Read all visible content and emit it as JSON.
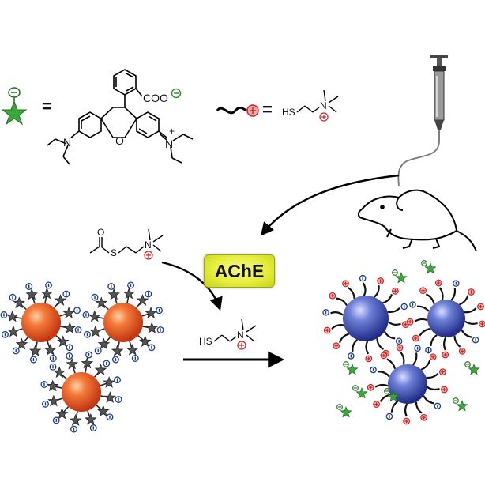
{
  "labels": {
    "equals_1": "=",
    "equals_2": "=",
    "coo": "COO",
    "n_left": "N",
    "o_ring": "O",
    "n_right": "N",
    "n_plus": "+",
    "hs_legend": "HS",
    "n_legend": "N",
    "thio_s": "S",
    "thio_o": "O",
    "thio_n": "N",
    "enzyme": "AChE",
    "prod_hs": "HS",
    "prod_n": "N"
  },
  "colors": {
    "dye_star": "#33aa33",
    "negative_charge": "#1a3a8a",
    "positive_charge": "#cc2222",
    "gold_np_orange": "#e8552a",
    "gold_np_blue": "#3a4fb0",
    "ache_box": "#e6ee3c"
  },
  "icons": [
    "syringe-icon",
    "mouse-icon",
    "star-dye-icon",
    "thiol-ligand-icon",
    "reaction-arrow-icon"
  ]
}
